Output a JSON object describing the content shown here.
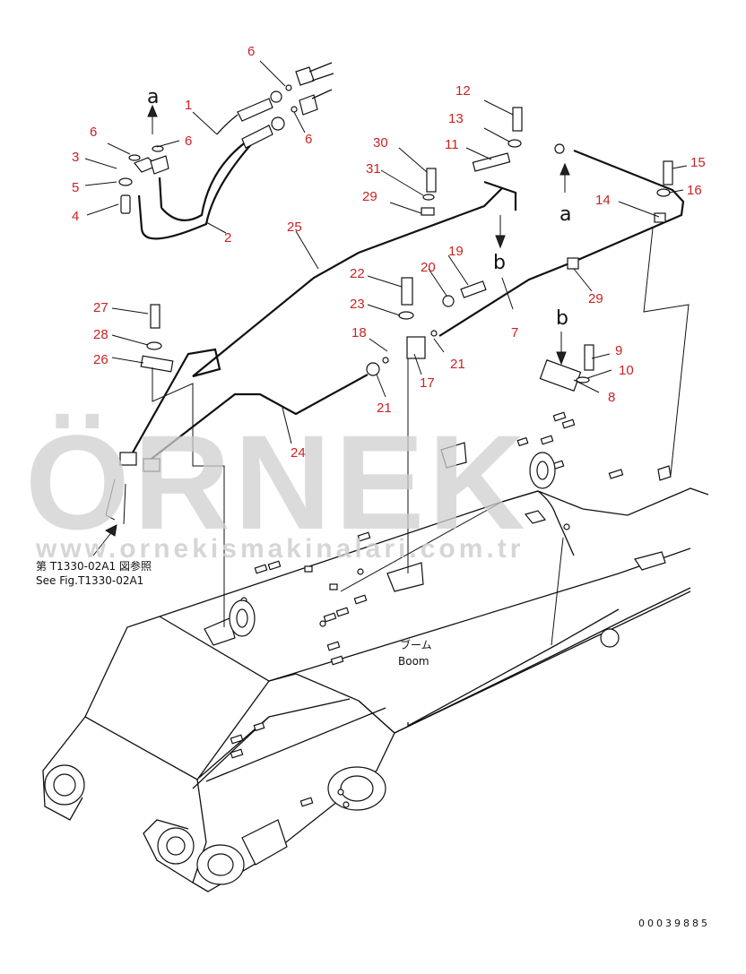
{
  "watermark": {
    "brand": "ÖRNEK",
    "url": "www.ornekismakinalari.com.tr"
  },
  "notes": {
    "see_fig_jp": "第 T1330-02A1 図参照",
    "see_fig_en": "See Fig.T1330-02A1",
    "boom_jp": "ブーム",
    "boom_en": "Boom",
    "drawing_number": "00039885"
  },
  "markers": {
    "a_top": "a",
    "a_right": "a",
    "b_mid": "b",
    "b_right": "b"
  },
  "callouts": [
    {
      "id": "c1",
      "label": "1"
    },
    {
      "id": "c2",
      "label": "2"
    },
    {
      "id": "c3",
      "label": "3"
    },
    {
      "id": "c4",
      "label": "4"
    },
    {
      "id": "c5",
      "label": "5"
    },
    {
      "id": "c6a",
      "label": "6"
    },
    {
      "id": "c6b",
      "label": "6"
    },
    {
      "id": "c6c",
      "label": "6"
    },
    {
      "id": "c6d",
      "label": "6"
    },
    {
      "id": "c7",
      "label": "7"
    },
    {
      "id": "c8",
      "label": "8"
    },
    {
      "id": "c9",
      "label": "9"
    },
    {
      "id": "c10",
      "label": "10"
    },
    {
      "id": "c11",
      "label": "11"
    },
    {
      "id": "c12",
      "label": "12"
    },
    {
      "id": "c13",
      "label": "13"
    },
    {
      "id": "c14",
      "label": "14"
    },
    {
      "id": "c15",
      "label": "15"
    },
    {
      "id": "c16",
      "label": "16"
    },
    {
      "id": "c17",
      "label": "17"
    },
    {
      "id": "c18",
      "label": "18"
    },
    {
      "id": "c19",
      "label": "19"
    },
    {
      "id": "c20",
      "label": "20"
    },
    {
      "id": "c21a",
      "label": "21"
    },
    {
      "id": "c21b",
      "label": "21"
    },
    {
      "id": "c22",
      "label": "22"
    },
    {
      "id": "c23",
      "label": "23"
    },
    {
      "id": "c24",
      "label": "24"
    },
    {
      "id": "c25",
      "label": "25"
    },
    {
      "id": "c26",
      "label": "26"
    },
    {
      "id": "c27",
      "label": "27"
    },
    {
      "id": "c28",
      "label": "28"
    },
    {
      "id": "c29a",
      "label": "29"
    },
    {
      "id": "c29b",
      "label": "29"
    },
    {
      "id": "c30",
      "label": "30"
    },
    {
      "id": "c31",
      "label": "31"
    }
  ]
}
